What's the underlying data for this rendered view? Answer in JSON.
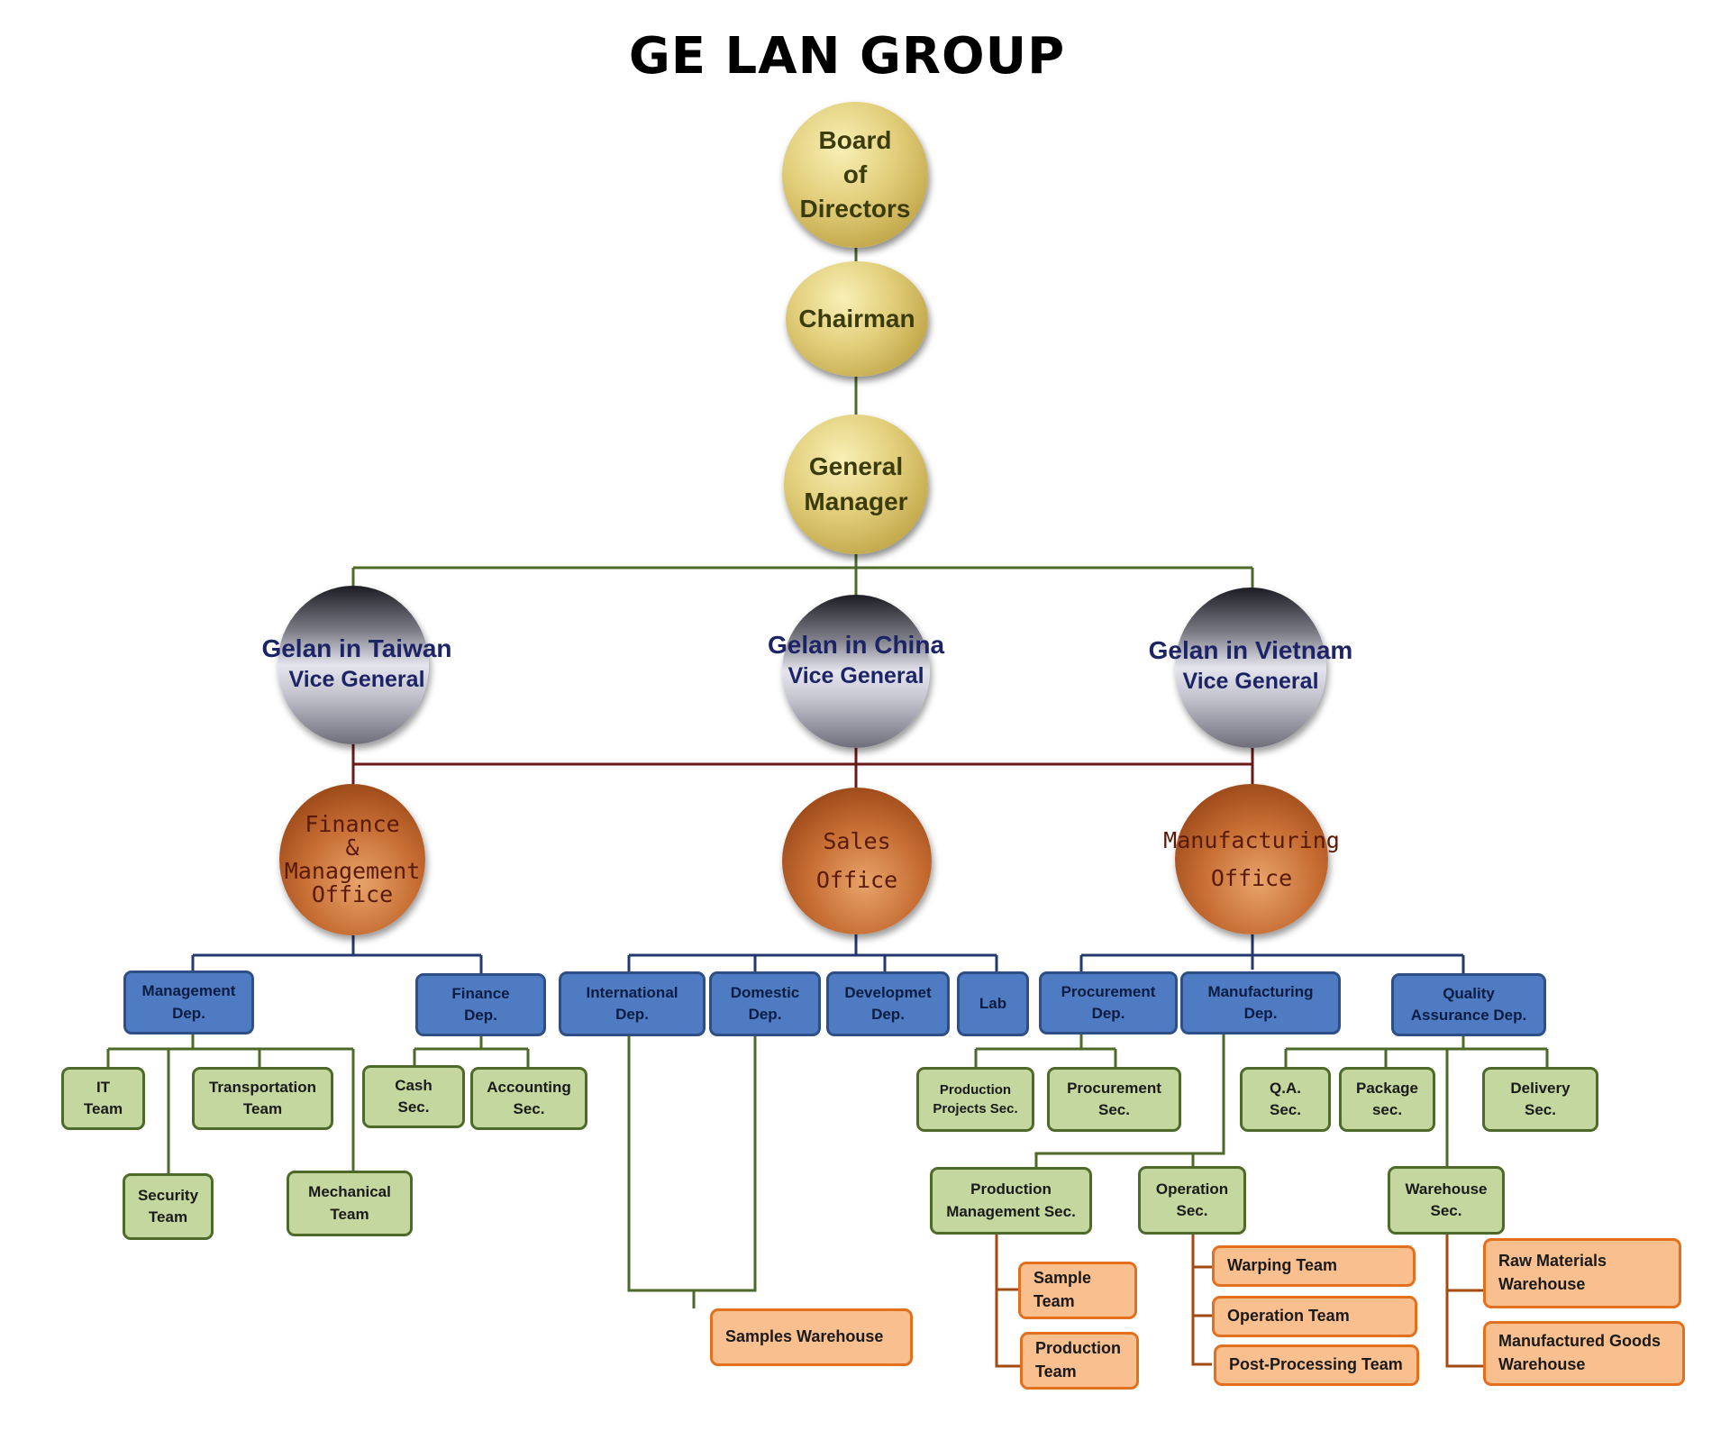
{
  "title": "GE LAN GROUP",
  "top": {
    "board": [
      "Board",
      "of",
      "Directors"
    ],
    "chairman": [
      "Chairman"
    ],
    "general_manager": [
      "General",
      "Manager"
    ]
  },
  "vice_generals": {
    "taiwan": {
      "name": "Gelan in Taiwan",
      "role": "Vice General"
    },
    "china": {
      "name": "Gelan in China",
      "role": "Vice General"
    },
    "vietnam": {
      "name": "Gelan in Vietnam",
      "role": "Vice General"
    }
  },
  "offices": {
    "finance": [
      "Finance",
      "&",
      "Management",
      "Office"
    ],
    "sales": [
      "Sales",
      "Office"
    ],
    "manufacturing": [
      "Manufacturing",
      "Office"
    ]
  },
  "departments": {
    "management": [
      "Management",
      "Dep."
    ],
    "finance": [
      "Finance",
      "Dep."
    ],
    "international": [
      "International",
      "Dep."
    ],
    "domestic": [
      "Domestic",
      "Dep."
    ],
    "development": [
      "Developmet",
      "Dep."
    ],
    "lab": [
      "Lab"
    ],
    "procurement": [
      "Procurement",
      "Dep."
    ],
    "manufacturing": [
      "Manufacturing",
      "Dep."
    ],
    "quality": [
      "Quality",
      "Assurance Dep."
    ]
  },
  "sections": {
    "it": [
      "IT",
      "Team"
    ],
    "transportation": [
      "Transportation",
      "Team"
    ],
    "security": [
      "Security",
      "Team"
    ],
    "mechanical": [
      "Mechanical",
      "Team"
    ],
    "cash": [
      "Cash",
      "Sec."
    ],
    "accounting": [
      "Accounting",
      "Sec."
    ],
    "production_projects": [
      "Production",
      "Projects Sec."
    ],
    "procurement_sec": [
      "Procurement",
      "Sec."
    ],
    "production_management": [
      "Production",
      "Management  Sec."
    ],
    "operation": [
      "Operation",
      "Sec."
    ],
    "qa": [
      "Q.A.",
      "Sec."
    ],
    "package": [
      "Package",
      "sec."
    ],
    "delivery": [
      "Delivery",
      "Sec."
    ],
    "warehouse": [
      "Warehouse",
      "Sec."
    ]
  },
  "teams": {
    "samples_warehouse": [
      "Samples Warehouse"
    ],
    "sample_team": [
      "Sample",
      "Team"
    ],
    "production_team": [
      "Production",
      "Team"
    ],
    "warping": [
      "Warping Team"
    ],
    "operation_team": [
      "Operation Team"
    ],
    "post_processing": [
      "Post-Processing Team"
    ],
    "raw_materials": [
      "Raw Materials",
      "Warehouse"
    ],
    "manufactured_goods": [
      "Manufactured Goods",
      "Warehouse"
    ]
  },
  "colors": {
    "green_line": "#4e6a2a",
    "maroon_line": "#6b1818",
    "navy_line": "#23386c",
    "orange_line": "#a44a10"
  }
}
